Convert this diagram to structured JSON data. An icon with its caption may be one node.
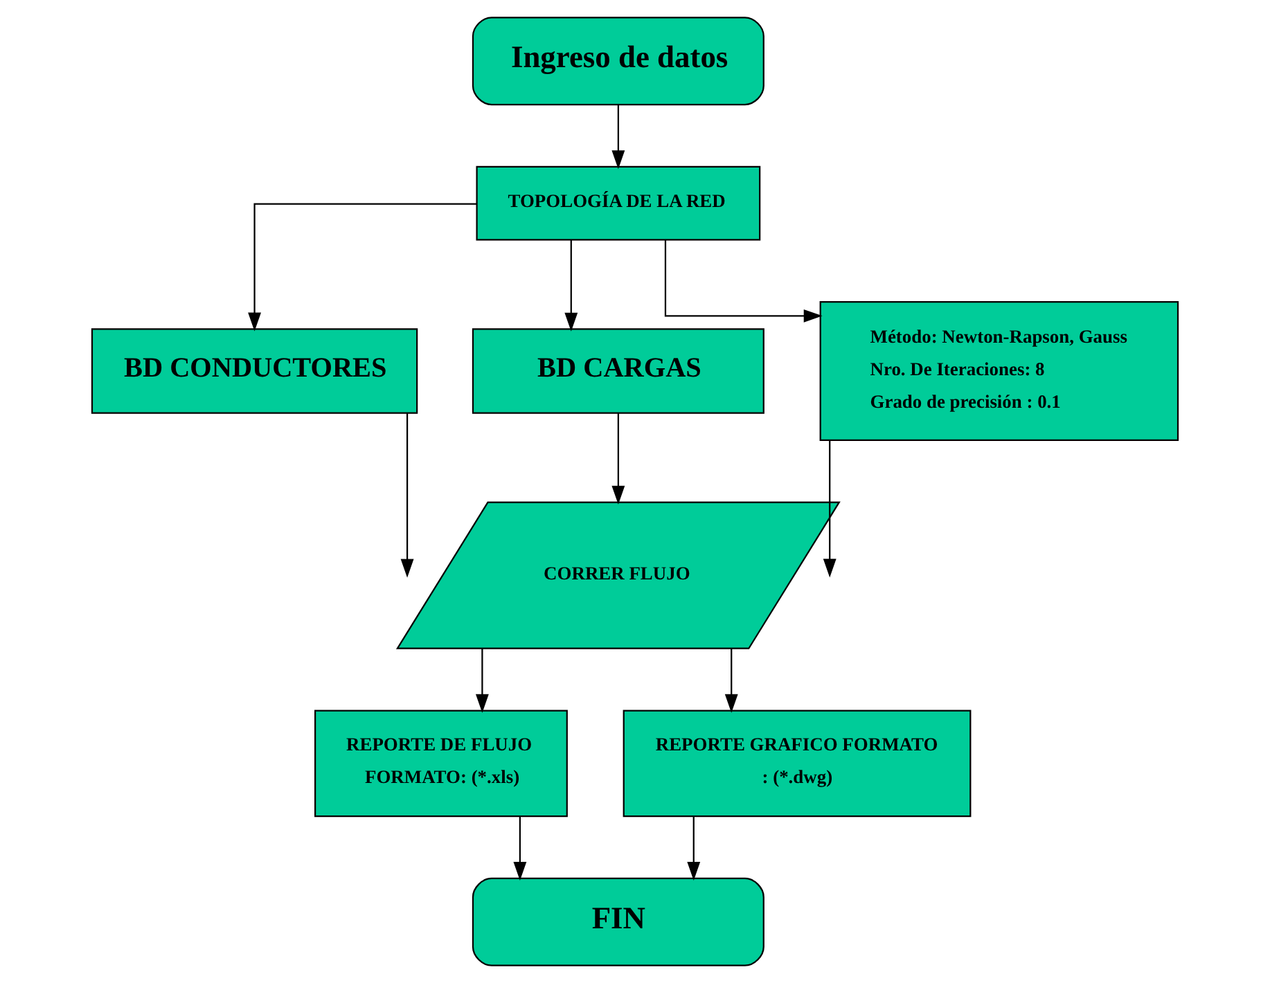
{
  "diagram": {
    "nodes": [
      {
        "text": [
          "Ingreso de datos"
        ]
      },
      {
        "text": [
          "TOPOLOGÍA DE LA RED"
        ]
      },
      {
        "text": [
          "BD CONDUCTORES"
        ]
      },
      {
        "text": [
          "BD CARGAS"
        ]
      },
      {
        "text": [
          "Método: Newton-Rapson, Gauss",
          "Nro. De Iteraciones: 8",
          "Grado de precisión : 0.1"
        ]
      },
      {
        "text": [
          "CORRER FLUJO"
        ]
      },
      {
        "text": [
          "REPORTE DE FLUJO FORMATO: (*.xls)"
        ]
      },
      {
        "text": [
          "REPORTE GRAFICO FORMATO : (*.dwg)"
        ]
      },
      {
        "text": [
          "FIN"
        ]
      }
    ],
    "edges": [
      {
        "from": 0,
        "to": 1,
        "arrow": "to"
      },
      {
        "from": 1,
        "to": 2,
        "arrow": "to"
      },
      {
        "from": 1,
        "to": 3,
        "arrow": "to"
      },
      {
        "from": 1,
        "to": 4,
        "arrow": "to"
      },
      {
        "from": 2,
        "to": 5,
        "arrow": "to"
      },
      {
        "from": 3,
        "to": 5,
        "arrow": "to"
      },
      {
        "from": 4,
        "to": 5,
        "arrow": "to"
      },
      {
        "from": 5,
        "to": 6,
        "arrow": "to"
      },
      {
        "from": 5,
        "to": 7,
        "arrow": "to"
      },
      {
        "from": 6,
        "to": 8,
        "arrow": "to"
      },
      {
        "from": 7,
        "to": 8,
        "arrow": "to"
      }
    ]
  }
}
